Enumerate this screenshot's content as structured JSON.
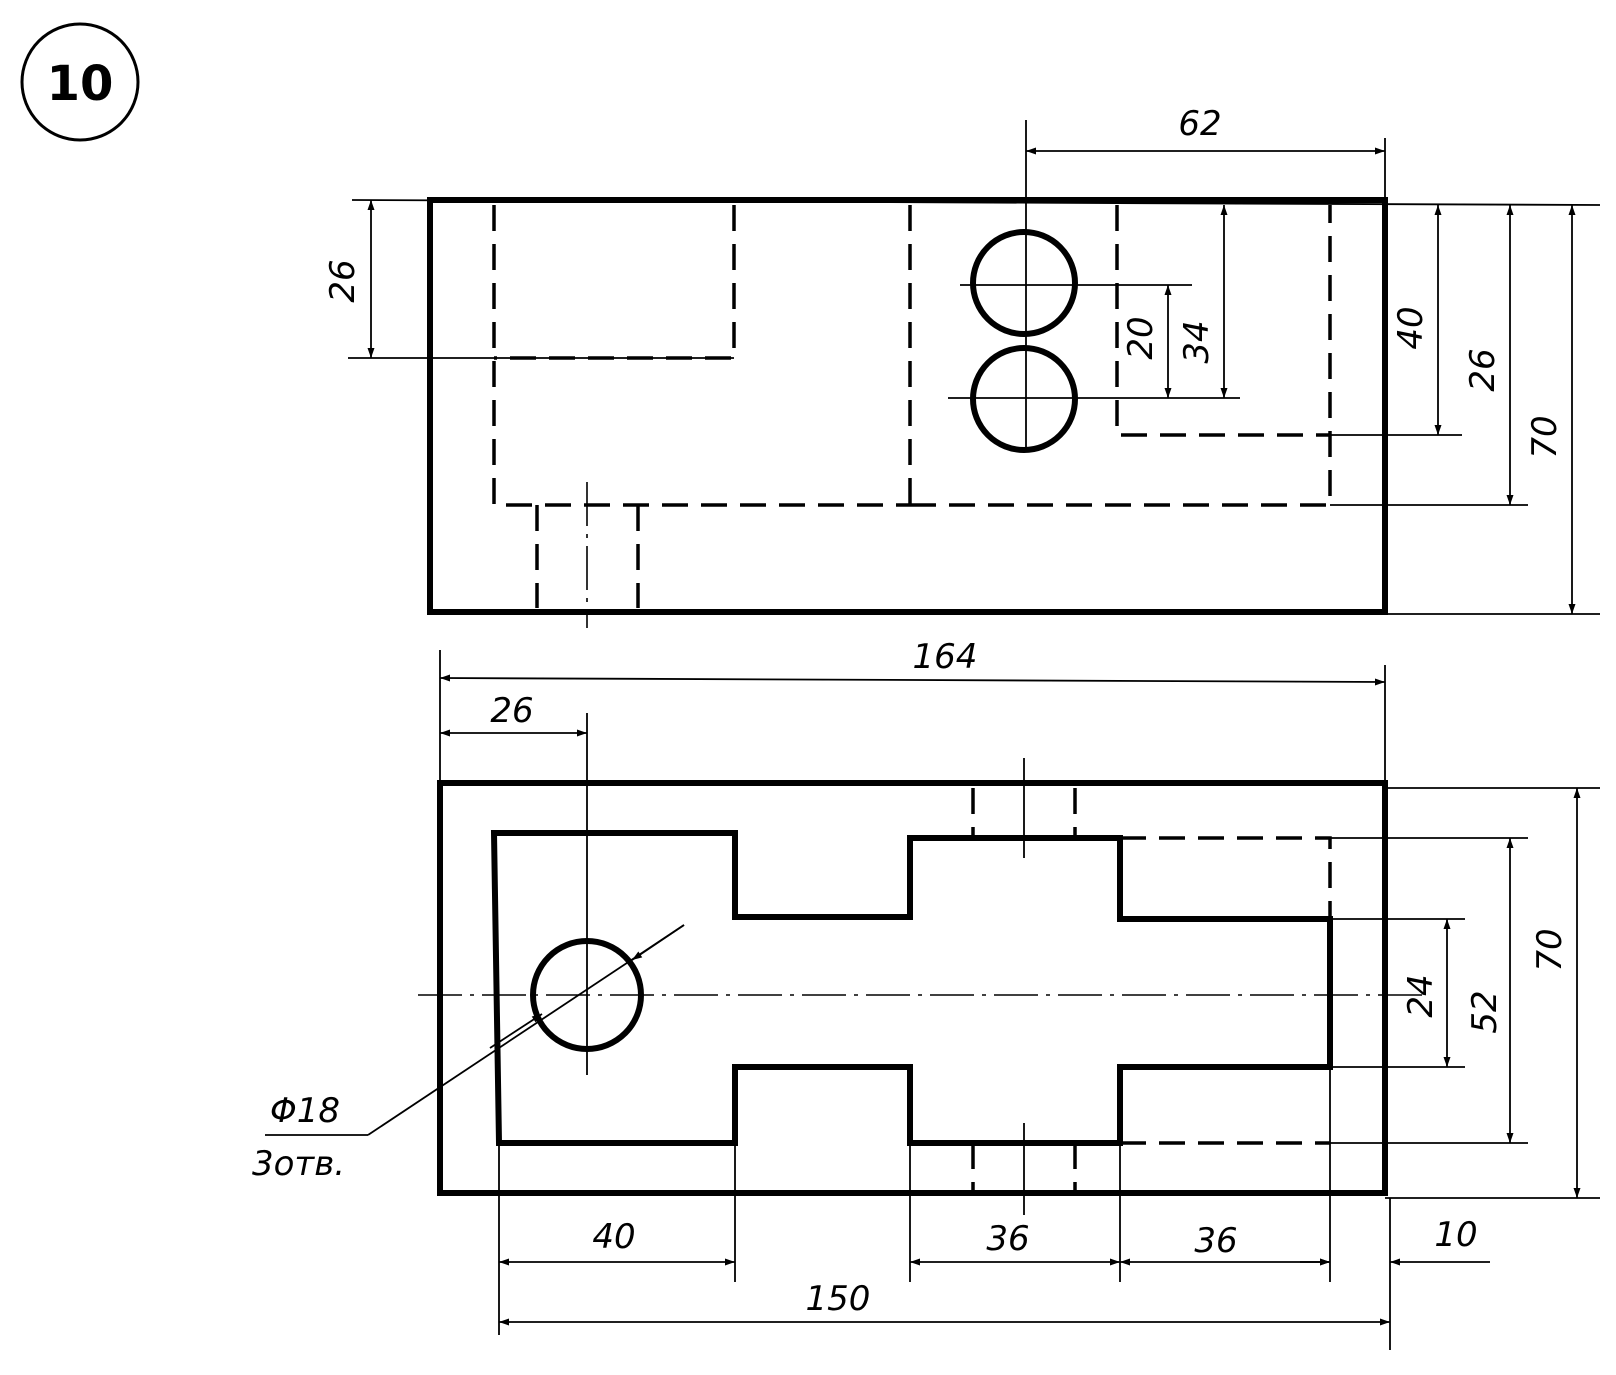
{
  "badge": {
    "number": "10"
  },
  "front_view": {
    "dims": {
      "d62": "62",
      "d26_left": "26",
      "d20": "20",
      "d34": "34",
      "d40": "40",
      "d26_right": "26",
      "d70": "70"
    }
  },
  "top_view": {
    "dims": {
      "d164": "164",
      "d26": "26",
      "d24": "24",
      "d52": "52",
      "d70": "70",
      "d40": "40",
      "d36a": "36",
      "d36b": "36",
      "d10": "10",
      "d150": "150"
    },
    "hole_note": {
      "diameter": "Φ18",
      "count": "3отв."
    }
  }
}
